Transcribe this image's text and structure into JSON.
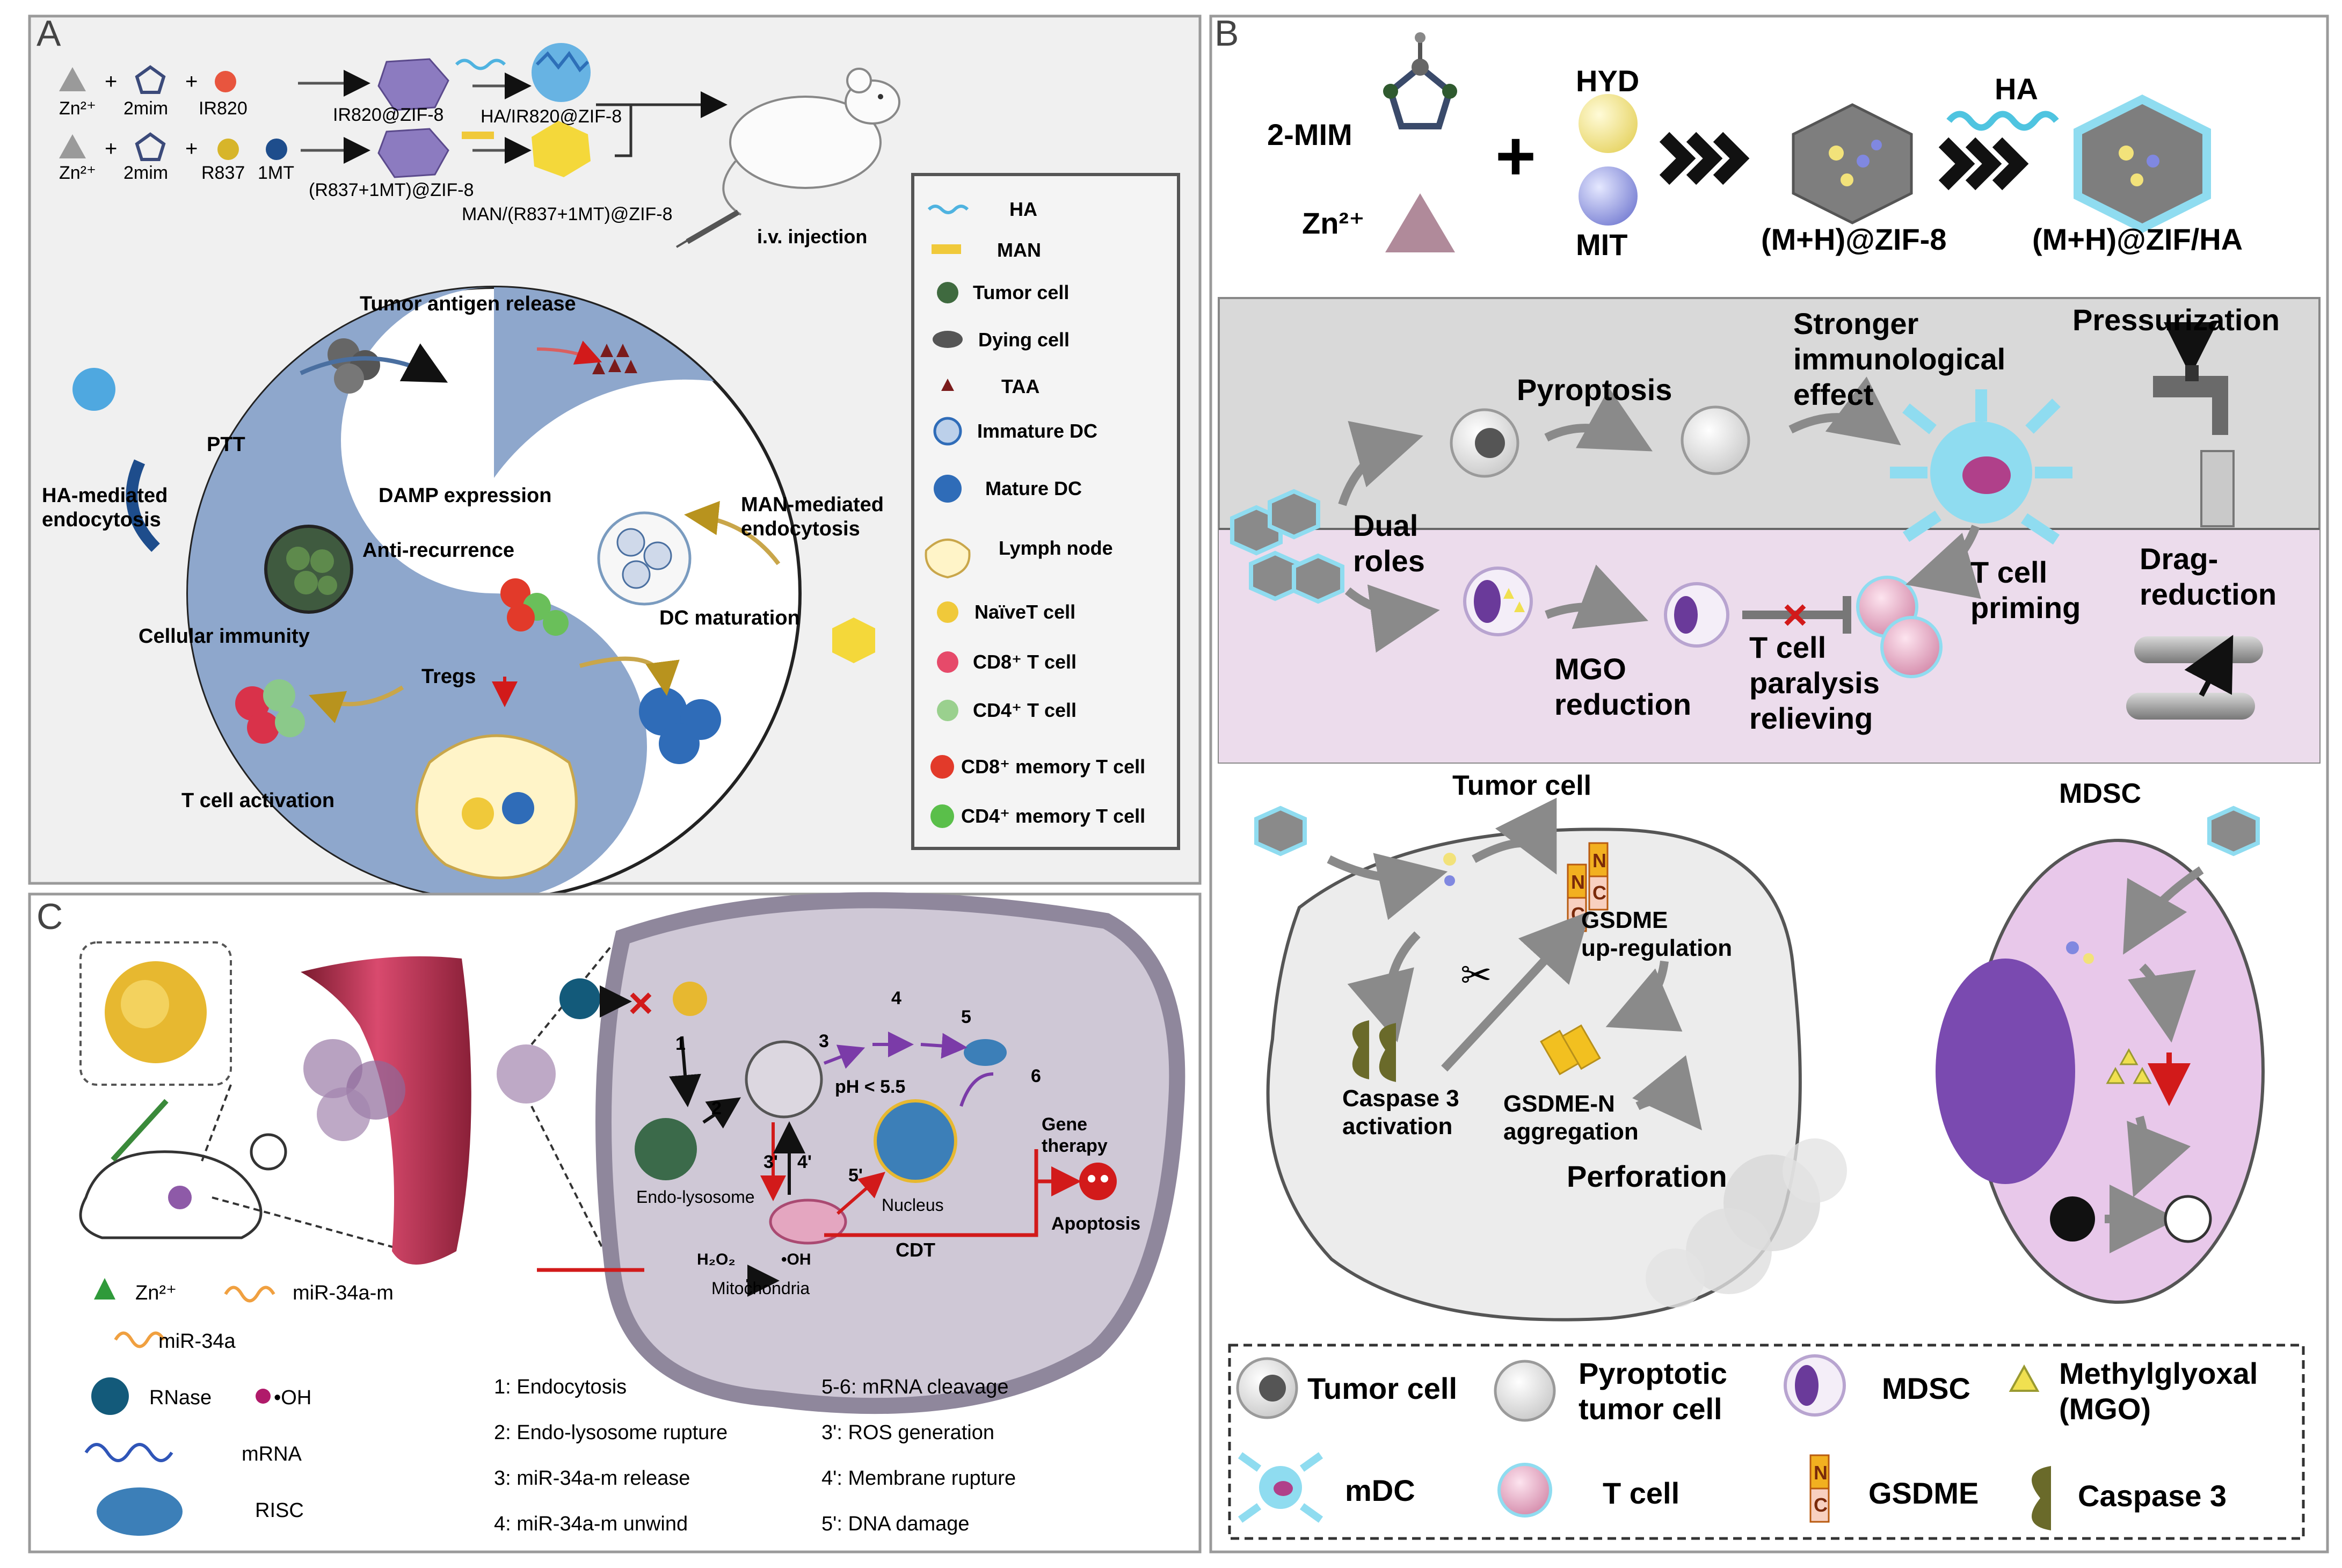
{
  "panelA": {
    "letter": "A",
    "syn_zn1": "Zn²⁺",
    "syn_2mim1": "2mim",
    "syn_ir820": "IR820",
    "syn_zn2": "Zn²⁺",
    "syn_2mim2": "2mim",
    "syn_r837": "R837",
    "syn_1mt": "1MT",
    "p_ir820zif": "IR820@ZIF-8",
    "p_ha_ir820zif": "HA/IR820@ZIF-8",
    "p_r837zif": "(R837+1MT)@ZIF-8",
    "p_man_r837zif": "MAN/(R837+1MT)@ZIF-8",
    "iv": "i.v. injection",
    "cycle": {
      "antigen": "Tumor antigen release",
      "ptt": "PTT",
      "damp": "DAMP expression",
      "ha_endo": "HA-mediated\nendocytosis",
      "man_endo": "MAN-mediated\nendocytosis",
      "anti": "Anti-recurrence",
      "cellular": "Cellular immunity",
      "dc_mat": "DC maturation",
      "tregs": "Tregs",
      "tact": "T cell activation"
    },
    "legend": [
      "HA",
      "MAN",
      "Tumor cell",
      "Dying cell",
      "TAA",
      "Immature DC",
      "Mature DC",
      "Lymph node",
      "NaïveT cell",
      "CD8⁺ T cell",
      "CD4⁺ T cell",
      "CD8⁺ memory T cell",
      "CD4⁺ memory T cell"
    ]
  },
  "panelB": {
    "letter": "B",
    "mim": "2-MIM",
    "zn": "Zn²⁺",
    "hyd": "HYD",
    "mit": "MIT",
    "ha": "HA",
    "mhzif": "(M+H)@ZIF-8",
    "mhzifha": "(M+H)@ZIF/HA",
    "pyro": "Pyroptosis",
    "stronger": "Stronger\nimmunological\neffect",
    "press": "Pressurization",
    "dual": "Dual\nroles",
    "mgo_red": "MGO\nreduction",
    "tpar": "T cell\nparalysis\nrelieving",
    "tprime": "T cell\npriming",
    "drag": "Drag-\nreduction",
    "tumor_title": "Tumor cell",
    "mdsc_title": "MDSC",
    "gsdme_up": "GSDME\nup-regulation",
    "casp": "Caspase 3\nactivation",
    "gsdmen": "GSDME-N\naggregation",
    "perf": "Perforation",
    "gsdme_n": "N",
    "gsdme_c": "C",
    "legend": {
      "tumor": "Tumor cell",
      "pyro": "Pyroptotic\ntumor cell",
      "mdsc": "MDSC",
      "mgo": "Methylglyoxal\n(MGO)",
      "mdc": "mDC",
      "tcell": "T cell",
      "gsdme": "GSDME",
      "casp": "Caspase 3"
    }
  },
  "panelC": {
    "letter": "C",
    "n1": "1",
    "n2": "2",
    "n3": "3",
    "n3p": "3'",
    "n4": "4",
    "n4p": "4'",
    "n5": "5",
    "n5p": "5'",
    "n6": "6",
    "ph": "pH < 5.5",
    "endo": "Endo-lysosome",
    "nucleus": "Nucleus",
    "mito": "Mitochondria",
    "h2o2": "H₂O₂",
    "oh": "•OH",
    "cdt": "CDT",
    "gene": "Gene\ntherapy",
    "apop": "Apoptosis",
    "leg_zn": "Zn²⁺",
    "leg_mir34am": "miR-34a-m",
    "leg_mir34a": "miR-34a",
    "leg_rnase": "RNase",
    "leg_oh": "•OH",
    "leg_mrna": "mRNA",
    "leg_risc": "RISC",
    "steps": [
      "1: Endocytosis",
      "2: Endo-lysosome rupture",
      "3: miR-34a-m release",
      "4: miR-34a-m unwind",
      "5-6: mRNA cleavage",
      "3': ROS generation",
      "4': Membrane rupture",
      "5': DNA damage"
    ]
  }
}
